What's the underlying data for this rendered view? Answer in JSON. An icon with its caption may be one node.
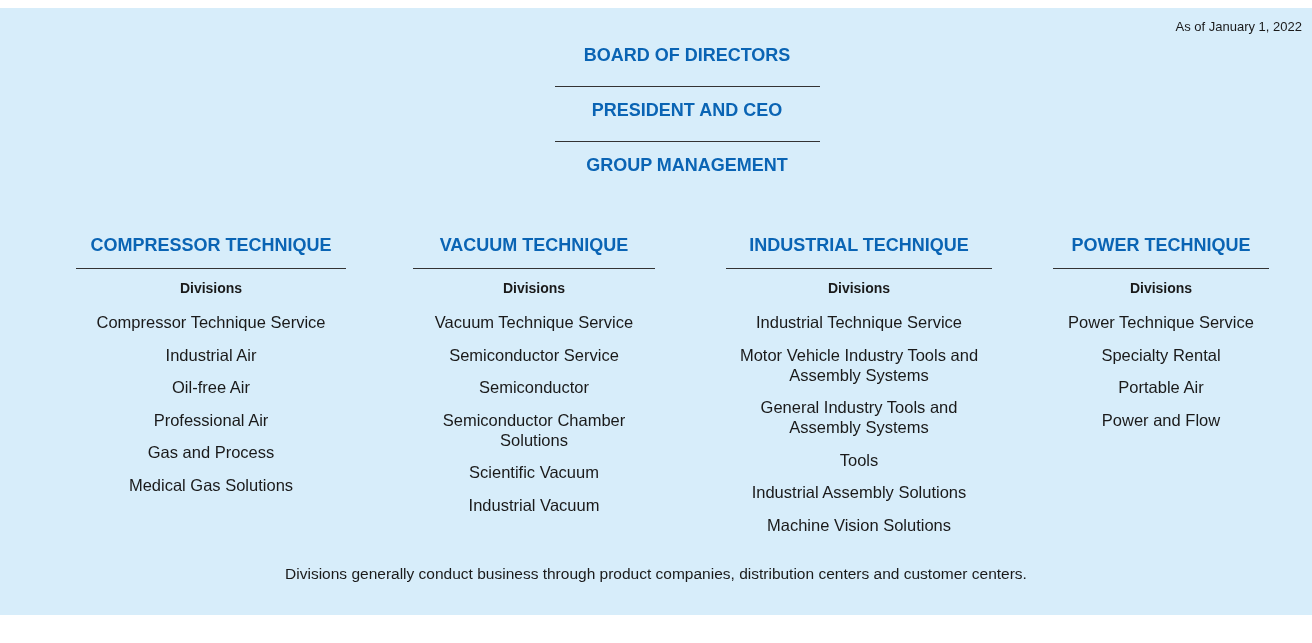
{
  "diagram": {
    "caption": "Divisions generally conduct business through product companies, distribution centers and customer centers.",
    "labels": [
      "As of January 1, 2022",
      "BOARD OF DIRECTORS",
      "PRESIDENT AND CEO",
      "GROUP MANAGEMENT",
      "COMPRESSOR TECHNIQUE",
      "Divisions",
      "Compressor Technique Service",
      "Industrial Air",
      "Oil-free Air",
      "Professional Air",
      "Gas and Process",
      "Medical Gas Solutions",
      "VACUUM TECHNIQUE",
      "Divisions",
      "Vacuum Technique Service",
      "Semiconductor Service",
      "Semiconductor",
      "Semiconductor Chamber Solutions",
      "Scientific Vacuum",
      "Industrial Vacuum",
      "INDUSTRIAL TECHNIQUE",
      "Divisions",
      "Industrial Technique Service",
      "Motor Vehicle Industry Tools and Assembly Systems",
      "General Industry Tools and Assembly Systems",
      "Tools",
      "Industrial Assembly Solutions",
      "Machine Vision Solutions",
      "POWER TECHNIQUE",
      "Divisions",
      "Power Technique Service",
      "Specialty Rental",
      "Portable Air",
      "Power and Flow"
    ]
  }
}
